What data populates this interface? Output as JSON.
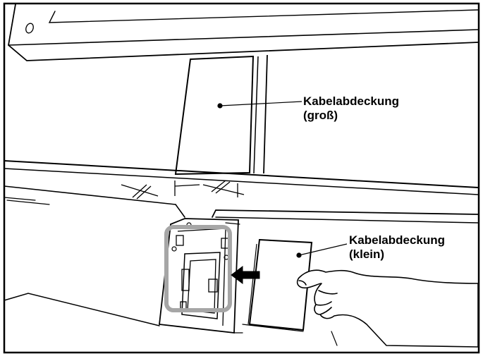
{
  "labels": {
    "large_cover": {
      "line1": "Kabelabdeckung",
      "line2": "(groß)"
    },
    "small_cover": {
      "line1": "Kabelabdeckung",
      "line2": "(klein)"
    }
  },
  "colors": {
    "line": "#000000",
    "background": "#ffffff",
    "highlight": "#a6a6a6"
  }
}
